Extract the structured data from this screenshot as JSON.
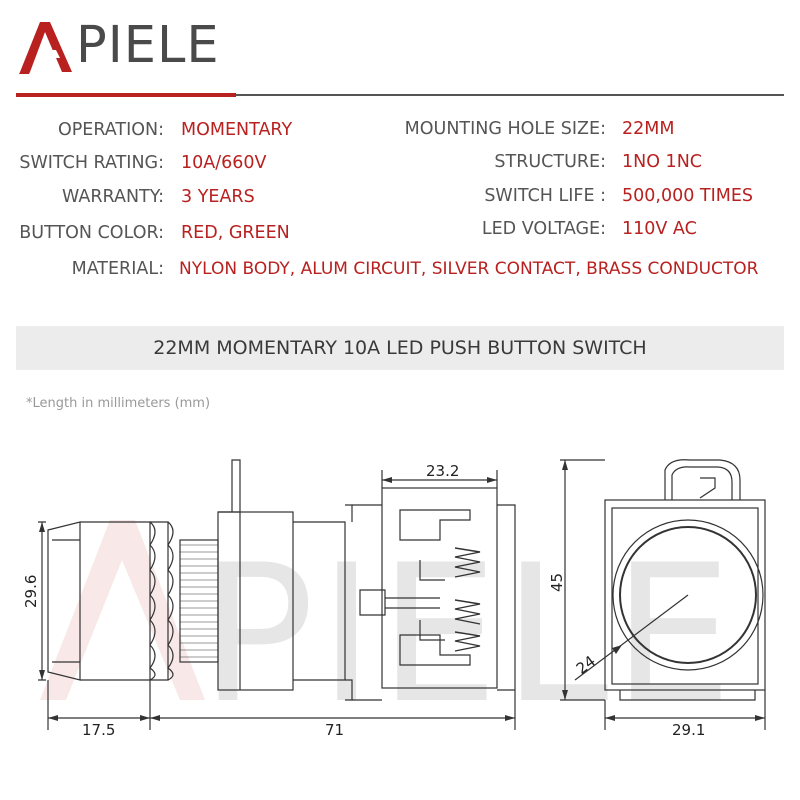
{
  "brand": {
    "name": "PIELE",
    "accent": "#b8211f",
    "logo_icon": "triangle-a-mark"
  },
  "specs_left": [
    {
      "label": "OPERATION:",
      "value": "MOMENTARY"
    },
    {
      "label": "SWITCH RATING:",
      "value": "10A/660V"
    },
    {
      "label": "WARRANTY:",
      "value": "3 YEARS"
    },
    {
      "label": "BUTTON COLOR:",
      "value": "RED, GREEN"
    }
  ],
  "specs_right": [
    {
      "label": "MOUNTING HOLE SIZE:",
      "value": "22MM"
    },
    {
      "label": "STRUCTURE:",
      "value": "1NO 1NC"
    },
    {
      "label": "SWITCH LIFE :",
      "value": "500,000 TIMES"
    },
    {
      "label": "LED VOLTAGE:",
      "value": "110V AC"
    }
  ],
  "material": {
    "label": "MATERIAL:",
    "value": "NYLON BODY, ALUM CIRCUIT, SILVER CONTACT, BRASS CONDUCTOR"
  },
  "banner_title": "22MM MOMENTARY 10A LED PUSH BUTTON SWITCH",
  "unit_note": "*Length in millimeters (mm)",
  "dimensions": {
    "head_height": "29.6",
    "head_depth": "17.5",
    "total_length": "71",
    "contact_block_width": "23.2",
    "body_height": "45",
    "button_diameter": "24",
    "body_width": "29.1"
  },
  "watermark": "PIELE"
}
